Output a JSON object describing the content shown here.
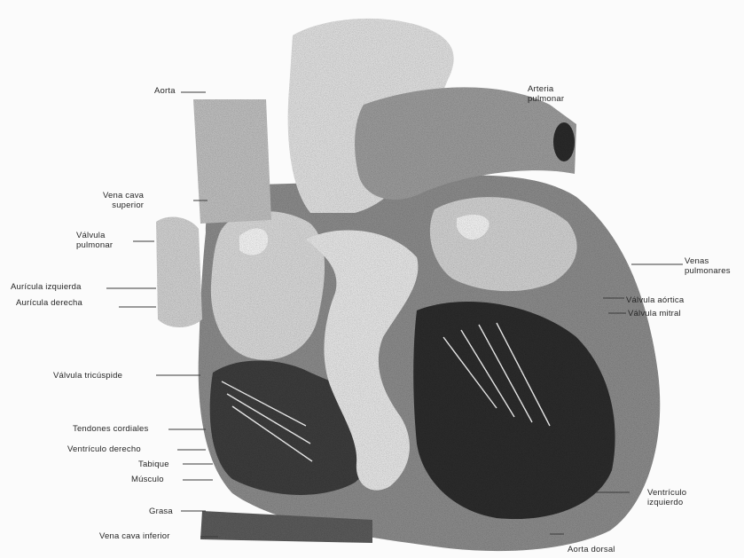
{
  "diagram": {
    "labels": {
      "aorta": "Aorta",
      "arteria_pulmonar_l1": "Arteria",
      "arteria_pulmonar_l2": "pulmonar",
      "vena_cava_superior_l1": "Vena cava",
      "vena_cava_superior_l2": "superior",
      "valvula_pulmonar_l1": "Válvula",
      "valvula_pulmonar_l2": "pulmonar",
      "auricula_izquierda": "Aurícula izquierda",
      "auricula_derecha": "Aurícula derecha",
      "venas_pulmonares_l1": "Venas",
      "venas_pulmonares_l2": "pulmonares",
      "valvula_aortica": "Válvula aórtica",
      "valvula_mitral": "Válvula mitral",
      "valvula_tricuspide": "Válvula tricúspide",
      "tendones_cordiales": "Tendones cordiales",
      "ventriculo_derecho": "Ventrículo derecho",
      "tabique": "Tabique",
      "musculo": "Músculo",
      "grasa": "Grasa",
      "vena_cava_inferior": "Vena cava inferior",
      "ventriculo_izquierdo_l1": "Ventrículo",
      "ventriculo_izquierdo_l2": "izquierdo",
      "aorta_dorsal": "Aorta dorsal"
    }
  }
}
